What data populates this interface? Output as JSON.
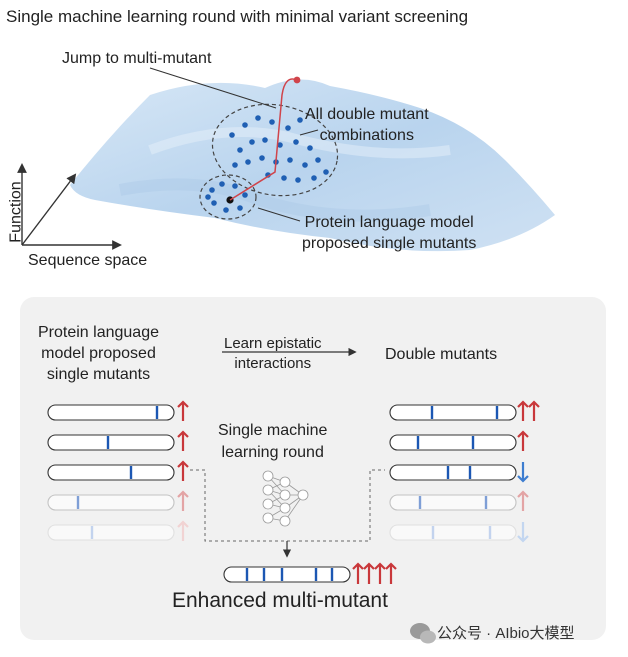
{
  "top": {
    "title": "Single machine learning round with minimal variant screening",
    "jump_label": "Jump to multi-mutant",
    "double_combinations_label": [
      "All double mutant",
      "combinations"
    ],
    "plm_single_label": [
      "Protein language model",
      "proposed single mutants"
    ],
    "axis_y": "Function",
    "axis_x": "Sequence space"
  },
  "bottom": {
    "left_header": [
      "Protein language",
      "model proposed",
      "single mutants"
    ],
    "learn_label": [
      "Learn epistatic",
      "interactions"
    ],
    "double_header": "Double mutants",
    "round_label": [
      "Single machine",
      "learning round"
    ],
    "enhanced_label": "Enhanced multi-mutant"
  },
  "watermark": "公众号 · AIbio大模型",
  "colors": {
    "landscape": "#bcd6ef",
    "dot": "#1f5fb3",
    "mark": "#1c57b3",
    "up_arrow": "#c9383b",
    "down_arrow": "#3d7dd0",
    "path": "#d0444b",
    "panel": "#f1f1f1"
  }
}
